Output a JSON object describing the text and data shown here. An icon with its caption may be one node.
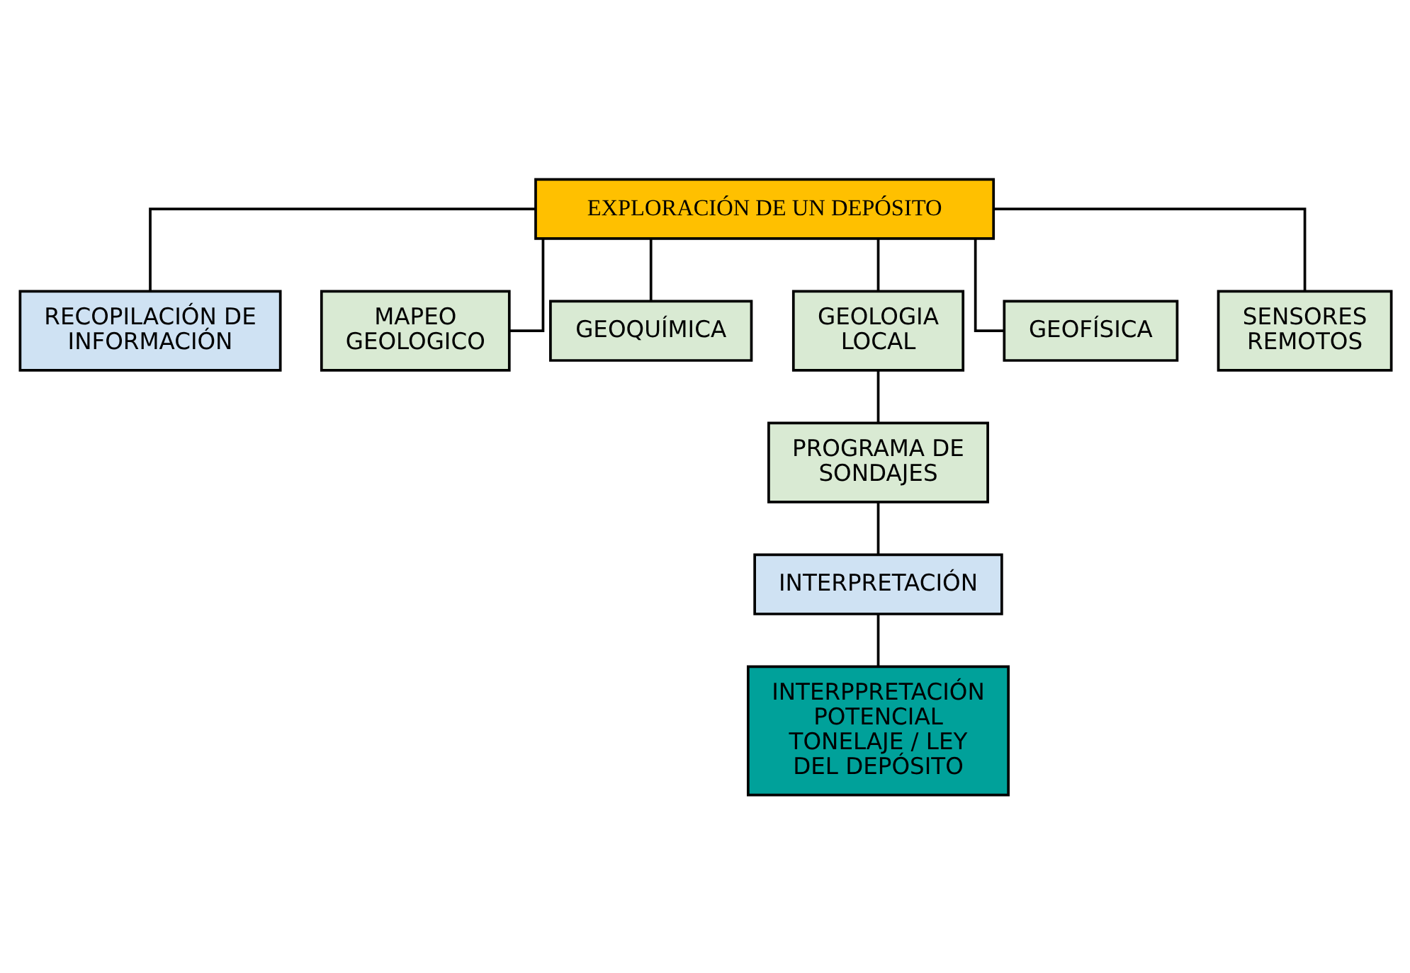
{
  "diagram": {
    "nodes": [
      {
        "text": [
          "EXPLORACIÓN DE UN DEPÓSITO"
        ]
      },
      {
        "text": [
          "RECOPILACIÓN DE INFORMACIÓN"
        ]
      },
      {
        "text": [
          "MAPEO GEOLOGICO"
        ]
      },
      {
        "text": [
          "GEOQUÍMICA"
        ]
      },
      {
        "text": [
          "GEOLOGIA LOCAL"
        ]
      },
      {
        "text": [
          "GEOFÍSICA"
        ]
      },
      {
        "text": [
          "SENSORES REMOTOS"
        ]
      },
      {
        "text": [
          "PROGRAMA DE SONDAJES"
        ]
      },
      {
        "text": [
          "INTERPRETACIÓN"
        ]
      },
      {
        "text": [
          "INTERPPRETACIÓN POTENCIAL",
          "TONELAJE / LEY DEL DEPÓSITO"
        ]
      }
    ],
    "edges": [
      {
        "from": 0,
        "to": 1,
        "arrow": "none"
      },
      {
        "from": 0,
        "to": 2,
        "arrow": "none"
      },
      {
        "from": 0,
        "to": 3,
        "arrow": "none"
      },
      {
        "from": 0,
        "to": 4,
        "arrow": "none"
      },
      {
        "from": 0,
        "to": 5,
        "arrow": "none"
      },
      {
        "from": 0,
        "to": 6,
        "arrow": "none"
      },
      {
        "from": 4,
        "to": 7,
        "arrow": "none"
      },
      {
        "from": 7,
        "to": 8,
        "arrow": "none"
      },
      {
        "from": 8,
        "to": 9,
        "arrow": "none"
      }
    ]
  }
}
